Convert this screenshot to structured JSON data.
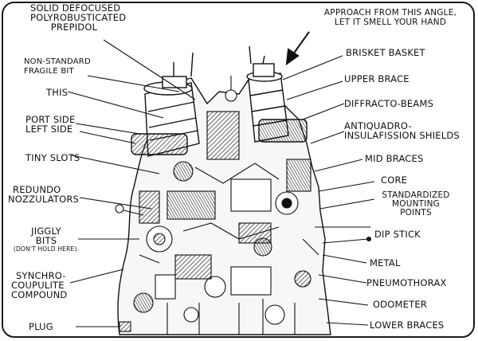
{
  "colors": {
    "ink": "#111111",
    "paper": "#ffffff"
  },
  "labels": {
    "solid_1": "SOLID DEFOCUSED",
    "solid_2": "POLYROBUSTICATED",
    "solid_3": "PREPIDOL",
    "approach_1": "APPROACH FROM THIS ANGLE,",
    "approach_2": "LET IT SMELL YOUR HAND",
    "nonstandard_1": "NON-STANDARD",
    "nonstandard_2": "FRAGILE BIT",
    "brisket": "BRISKET BASKET",
    "this": "THIS",
    "upper_brace": "UPPER BRACE",
    "port_side": "PORT SIDE",
    "left_side": "LEFT SIDE",
    "diffracto": "DIFFRACTO-BEAMS",
    "antiquadro_1": "ANTIQUADRO-",
    "antiquadro_2": "INSULAFISSION SHIELDS",
    "tiny_slots": "TINY SLOTS",
    "mid_braces": "MID BRACES",
    "redundo_1": "REDUNDO",
    "redundo_2": "NOZZULATORS",
    "core": "CORE",
    "std_1": "STANDARDIZED",
    "std_2": "MOUNTING",
    "std_3": "POINTS",
    "jiggly_1": "JIGGLY",
    "jiggly_2": "BITS",
    "jiggly_note": "(DON'T HOLD HERE).",
    "dip_stick": "DIP STICK",
    "synchro_1": "SYNCHRO-",
    "synchro_2": "COUPULITE",
    "synchro_3": "COMPOUND",
    "metal": "METAL",
    "pneumothorax": "PNEUMOTHORAX",
    "odometer": "ODOMETER",
    "plug": "PLUG",
    "lower_braces": "LOWER BRACES"
  }
}
